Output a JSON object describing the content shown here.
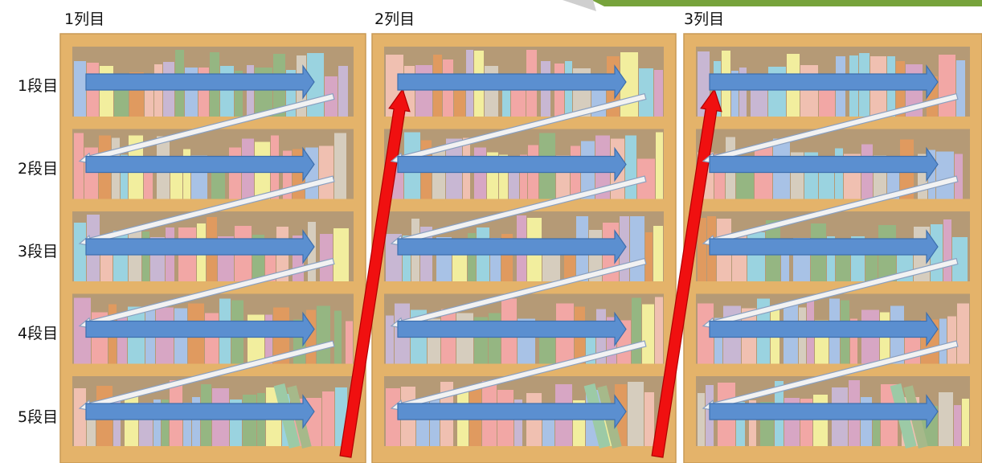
{
  "column_labels": [
    "1列目",
    "2列目",
    "3列目"
  ],
  "row_labels": [
    "1段目",
    "2段目",
    "3段目",
    "4段目",
    "5段目"
  ],
  "colors": {
    "shelf_frame": "#e4b36a",
    "shelf_back": "#b59a76",
    "reading_arrow": "#5b8fd0",
    "return_arrow": "#f2f2f2",
    "column_jump_arrow": "#f01010",
    "header_accent": "#77a33c"
  },
  "book_palette": [
    "#f5a8a8",
    "#a8c4ec",
    "#f6f2a0",
    "#d9a7c8",
    "#93b783",
    "#e39a5e",
    "#c9b8d8",
    "#99d6e6",
    "#d8d0c2",
    "#f3c2b4"
  ],
  "flow": {
    "within_shelf": "left-to-right",
    "shelf_order": "top-to-bottom",
    "column_order": "left-to-right"
  }
}
